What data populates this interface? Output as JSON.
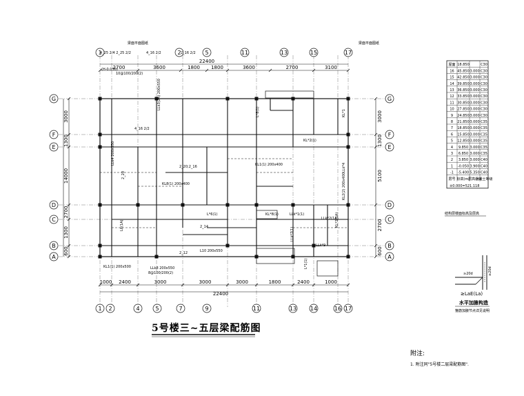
{
  "drawing": {
    "title": "5号楼三~五层梁配筋图",
    "top_left_tag": "梁面平面图纸",
    "top_right_tag": "梁面平面图纸",
    "top_total": "22400",
    "bottom_total": "22400",
    "top_dims": [
      "2700",
      "3600",
      "1800",
      "1800",
      "3600",
      "2700",
      "3100"
    ],
    "bottom_dims": [
      "1000",
      "2400",
      "3000",
      "3000",
      "3000",
      "1800",
      "2400",
      "1000"
    ],
    "left_dims": [
      "3000",
      "1300",
      "14000",
      "2700",
      "1300",
      "600"
    ],
    "right_dims": [
      "3000",
      "1300",
      "5100",
      "2700",
      "600"
    ],
    "axis_rows": [
      "G",
      "F",
      "E",
      "D",
      "C",
      "B",
      "A"
    ],
    "axis_cols_top": [
      "1",
      "2",
      "5",
      "11",
      "13",
      "15",
      "17"
    ],
    "axis_cols_bottom": [
      "1",
      "2",
      "4",
      "5",
      "7",
      "9",
      "11",
      "13",
      "14",
      "16",
      "17"
    ],
    "beam_labels": [
      "KL1(1) 200x400",
      "KL2(2) 200x400",
      "LLk*1(1)",
      "LLk*2(1A)",
      "L*8(1)",
      "KL*1",
      "KL*2(1)",
      "KL8(1) 200x400",
      "L6(1A)",
      "LLk4 200x550",
      "KL1(1) 200x500",
      "LLk3(2A) 200x550",
      "L10 200x550",
      "LLk8 200x550",
      "LLk*9",
      "L*1(1)",
      "KL*8(1)",
      "LLk*7(1)",
      "L*6(1)",
      "LLk*4",
      "KL*2(1A)"
    ],
    "rebar_annotations": [
      "4_25 2/4 2_25 2/2",
      "4_16 2/2",
      "2_16 2/2",
      "2_20",
      "2_14",
      "2_12",
      "(H-0.050)",
      "10@100/200(2)",
      "8@100/200(2)",
      "4_16 2/2",
      "2_20;2_16"
    ]
  },
  "table": {
    "rows": [
      {
        "floor": "屋面",
        "elev": "18.850",
        "height": "",
        "grade": "C30"
      },
      {
        "floor": "16",
        "elev": "45.850",
        "height": "3.000",
        "grade": "C30"
      },
      {
        "floor": "15",
        "elev": "42.850",
        "height": "3.000",
        "grade": "C30"
      },
      {
        "floor": "14",
        "elev": "39.850",
        "height": "3.000",
        "grade": "C30"
      },
      {
        "floor": "13",
        "elev": "36.850",
        "height": "3.000",
        "grade": "C30"
      },
      {
        "floor": "12",
        "elev": "33.850",
        "height": "3.000",
        "grade": "C30"
      },
      {
        "floor": "11",
        "elev": "30.850",
        "height": "3.000",
        "grade": "C30"
      },
      {
        "floor": "10",
        "elev": "27.850",
        "height": "3.000",
        "grade": "C30"
      },
      {
        "floor": "9",
        "elev": "24.850",
        "height": "3.000",
        "grade": "C30"
      },
      {
        "floor": "8",
        "elev": "21.850",
        "height": "3.000",
        "grade": "C35"
      },
      {
        "floor": "7",
        "elev": "18.850",
        "height": "3.000",
        "grade": "C35"
      },
      {
        "floor": "6",
        "elev": "15.850",
        "height": "3.000",
        "grade": "C35"
      },
      {
        "floor": "5",
        "elev": "12.850",
        "height": "3.000",
        "grade": "C35"
      },
      {
        "floor": "4",
        "elev": "9.850",
        "height": "3.000",
        "grade": "C35"
      },
      {
        "floor": "3",
        "elev": "6.850",
        "height": "3.000",
        "grade": "C35"
      },
      {
        "floor": "2",
        "elev": "3.850",
        "height": "3.000",
        "grade": "C40"
      },
      {
        "floor": "1",
        "elev": "-0.050",
        "height": "3.900",
        "grade": "C40"
      },
      {
        "floor": "-1",
        "elev": "-5.400",
        "height": "5.350",
        "grade": "C40"
      }
    ],
    "header": [
      "层号",
      "标高(m)",
      "层高(m)",
      "混凝土等级"
    ],
    "base_line": "±0.000=521.118",
    "caption": "结构层楼面标高及层高"
  },
  "detail": {
    "label_top": "≥20d",
    "label_side": "≥20d",
    "label_bottom": "≥LaE(La)",
    "title": "水平加腋构造",
    "subtitle": "箍筋加腋节点详见说明"
  },
  "notes": {
    "heading": "附注:",
    "item1": "1. 附注同\"5号楼二层梁配筋图\"."
  }
}
